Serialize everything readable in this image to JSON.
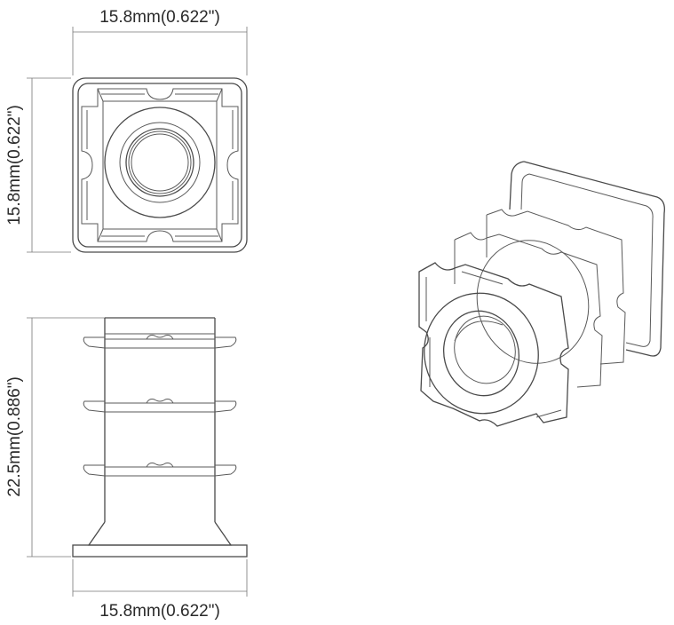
{
  "dimensions": {
    "top_width": "15.8mm(0.622\")",
    "side_height": "15.8mm(0.622\")",
    "length": "22.5mm(0.886\")",
    "bottom_width": "15.8mm(0.622\")"
  }
}
